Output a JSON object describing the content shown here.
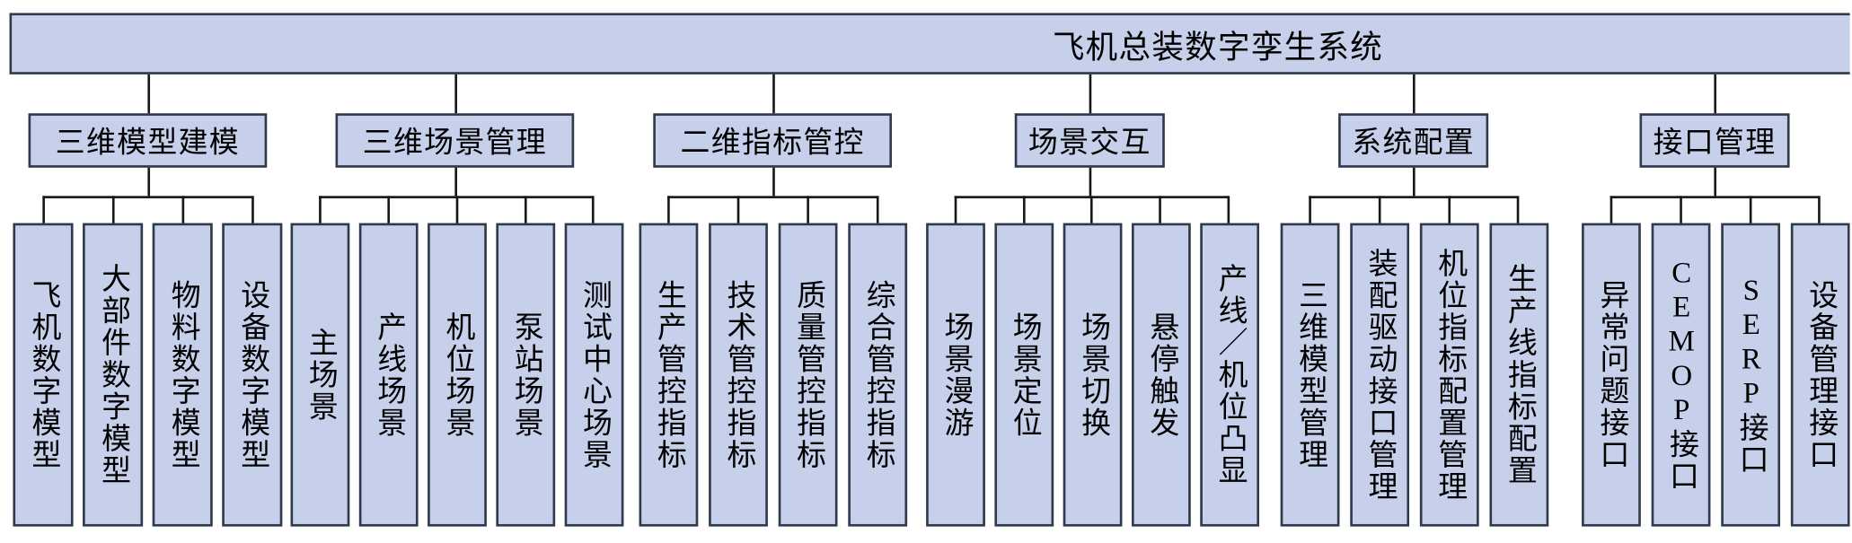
{
  "diagram": {
    "type": "tree",
    "title": "飞机总装数字孪生系统",
    "theme": {
      "node_fill": "#c6d0eb",
      "node_border": "#2f3a4a",
      "line_color": "#16181c",
      "background": "#ffffff",
      "text_color": "#000000"
    },
    "root": {
      "label": "飞机总装数字孪生系统"
    },
    "branches": [
      {
        "label": "三维模型建模",
        "children": [
          {
            "label": "飞机数字模型"
          },
          {
            "label": "大部件数字模型"
          },
          {
            "label": "物料数字模型"
          },
          {
            "label": "设备数字模型"
          }
        ]
      },
      {
        "label": "三维场景管理",
        "children": [
          {
            "label": "主场景"
          },
          {
            "label": "产线场景"
          },
          {
            "label": "机位场景"
          },
          {
            "label": "泵站场景"
          },
          {
            "label": "测试中心场景"
          }
        ]
      },
      {
        "label": "二维指标管控",
        "children": [
          {
            "label": "生产管控指标"
          },
          {
            "label": "技术管控指标"
          },
          {
            "label": "质量管控指标"
          },
          {
            "label": "综合管控指标"
          }
        ]
      },
      {
        "label": "场景交互",
        "children": [
          {
            "label": "场景漫游"
          },
          {
            "label": "场景定位"
          },
          {
            "label": "场景切换"
          },
          {
            "label": "悬停触发"
          },
          {
            "label": "产线／机位凸显"
          }
        ]
      },
      {
        "label": "系统配置",
        "children": [
          {
            "label": "三维模型管理"
          },
          {
            "label": "装配驱动接口管理"
          },
          {
            "label": "机位指标配置管理"
          },
          {
            "label": "生产线指标配置"
          }
        ]
      },
      {
        "label": "接口管理",
        "children": [
          {
            "label": "异常问题接口"
          },
          {
            "label": "CEMOP接口"
          },
          {
            "label": "SERP接口"
          },
          {
            "label": "设备管理接口"
          }
        ]
      }
    ]
  }
}
